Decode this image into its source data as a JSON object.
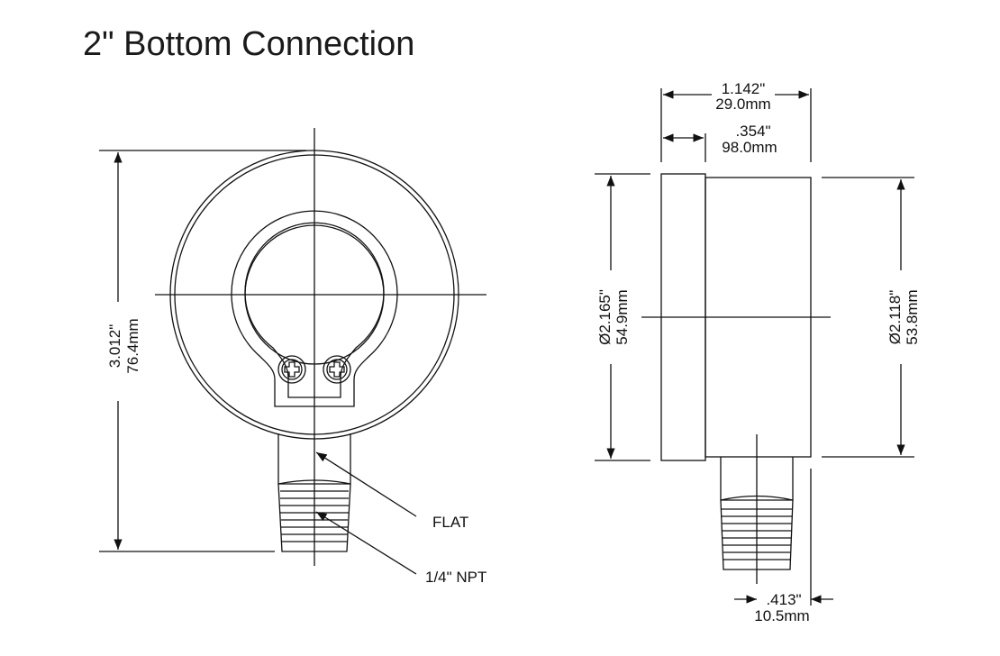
{
  "title": "2\" Bottom Connection",
  "front_view": {
    "height_in": "3.012\"",
    "height_mm": "76.4mm",
    "flat_label": "FLAT",
    "npt_label": "1/4\" NPT"
  },
  "side_view": {
    "depth_in": "1.142\"",
    "depth_mm": "29.0mm",
    "bezel_in": ".354\"",
    "bezel_mm": "98.0mm",
    "bezel_dia_in": "Ø2.165\"",
    "bezel_dia_mm": "54.9mm",
    "case_dia_in": "Ø2.118\"",
    "case_dia_mm": "53.8mm",
    "stem_in": ".413\"",
    "stem_mm": "10.5mm"
  }
}
